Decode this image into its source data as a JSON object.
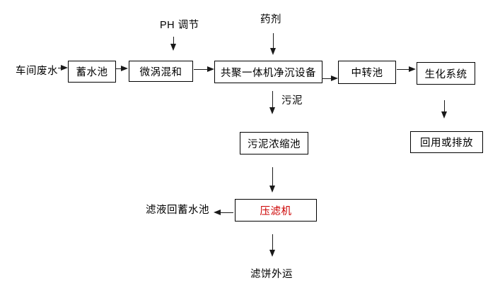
{
  "diagram": {
    "background": "#ffffff",
    "colors": {
      "line": "#1a1a1a",
      "box_border": "#000000",
      "text": "#000000",
      "highlight_text": "#cc0000"
    },
    "nodes": {
      "source_label": "车间废水",
      "storage_tank": "蓄水池",
      "micro_vortex_mixing": "微涡混和",
      "copoly_clarifier": "共聚一体机净沉设备",
      "transfer_tank": "中转池",
      "biochemical_system": "生化系统",
      "sludge_thickening_tank": "污泥浓缩池",
      "reuse_or_discharge": "回用或排放",
      "filter_press": "压滤机"
    },
    "annotations": {
      "ph_adjust": "PH 调节",
      "chemicals": "药剂",
      "sludge": "污泥",
      "filtrate_return": "滤液回蓄水池",
      "filter_cake_out": "滤饼外运"
    }
  }
}
